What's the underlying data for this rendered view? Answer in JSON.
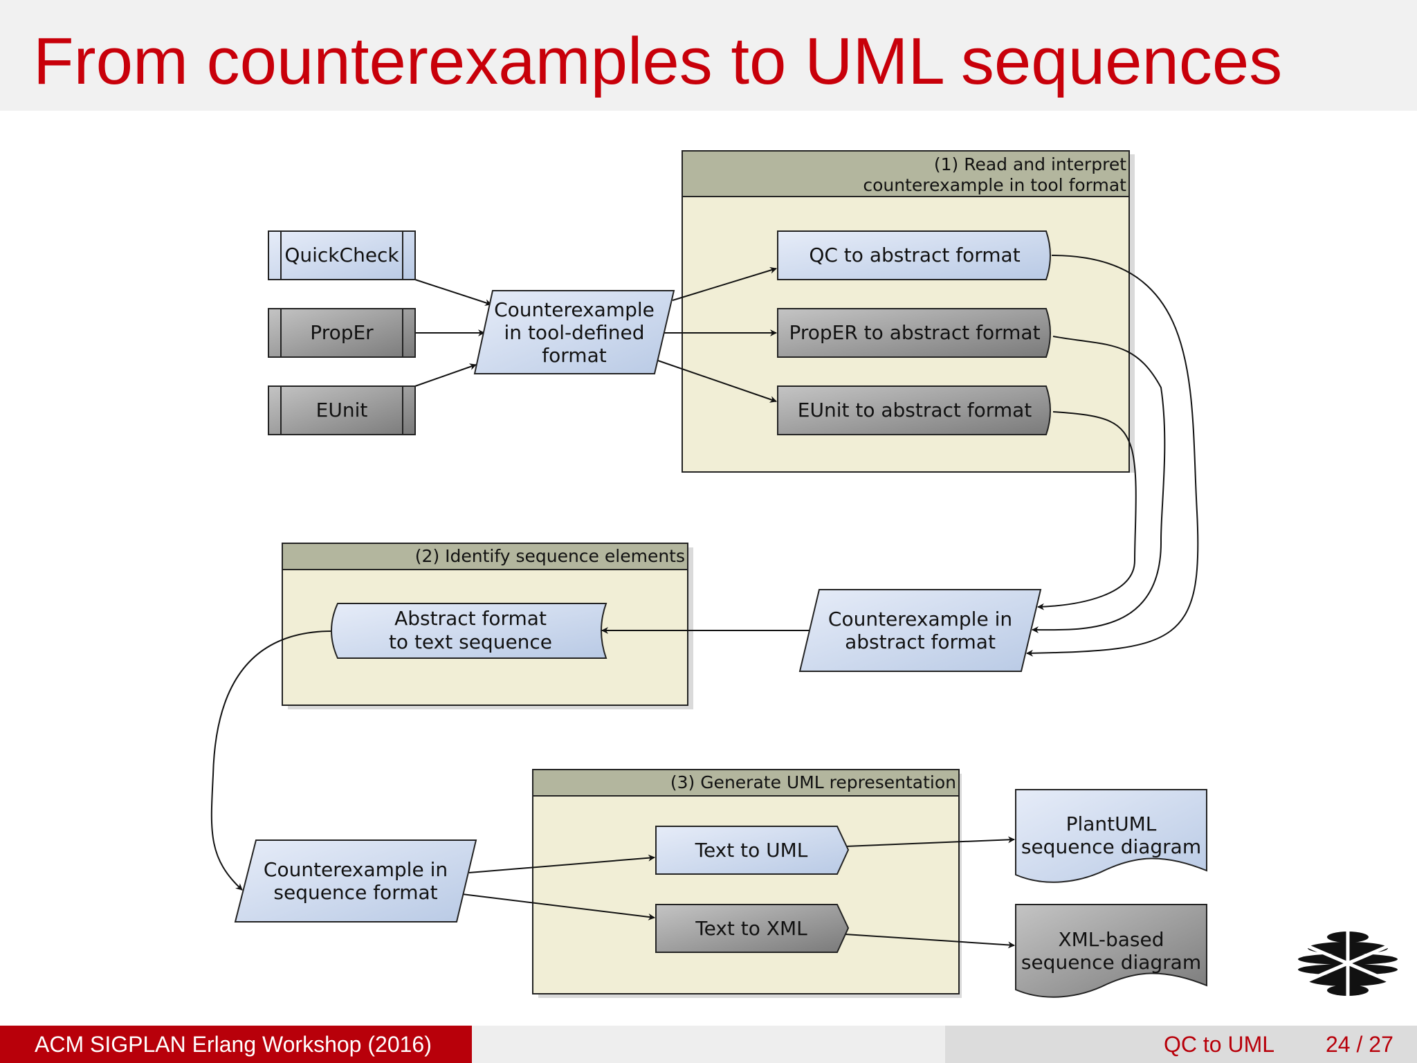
{
  "slide": {
    "title": "From counterexamples to UML sequences",
    "footer": {
      "event": "ACM SIGPLAN Erlang Workshop  (2016)",
      "short_title": "QC to UML",
      "page": "24 / 27"
    }
  },
  "diagram": {
    "groups": {
      "read": {
        "line1": "(1) Read and interpret",
        "line2": "counterexample in tool format"
      },
      "identify": {
        "line1": "(2) Identify sequence elements"
      },
      "generate": {
        "line1": "(3) Generate UML representation"
      }
    },
    "tools": {
      "quickcheck": "QuickCheck",
      "proper": "PropEr",
      "eunit": "EUnit"
    },
    "nodes": {
      "tool_format": {
        "line1": "Counterexample",
        "line2": "in tool-defined",
        "line3": "format"
      },
      "qc_abstract": "QC to abstract format",
      "proper_abstract": "PropER to abstract format",
      "eunit_abstract": "EUnit to abstract format",
      "abstract_format": {
        "line1": "Counterexample in",
        "line2": "abstract format"
      },
      "abstract_to_text": {
        "line1": "Abstract format",
        "line2": "to text sequence"
      },
      "sequence_format": {
        "line1": "Counterexample in",
        "line2": "sequence format"
      },
      "text_to_uml": "Text to UML",
      "text_to_xml": "Text to XML",
      "plantuml": {
        "line1": "PlantUML",
        "line2": "sequence diagram"
      },
      "xml_diagram": {
        "line1": "XML-based",
        "line2": "sequence diagram"
      }
    }
  },
  "colors": {
    "title": "#c8000a",
    "footer_bar": "#b8000a",
    "group_fill": "#f1eed6",
    "group_header": "#b3b69e",
    "light_node_start": "#e6ecf8",
    "light_node_end": "#b9cae5",
    "dark_node_start": "#c4c4c4",
    "dark_node_end": "#7a7a7a"
  }
}
